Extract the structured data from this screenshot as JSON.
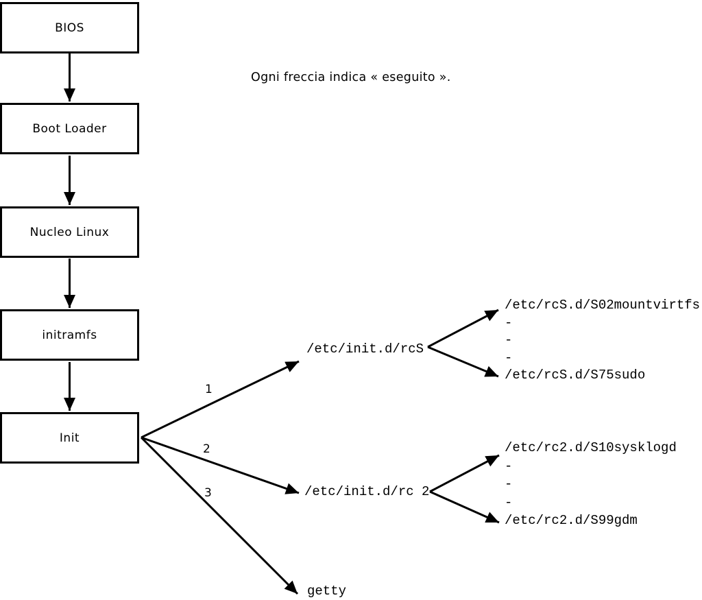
{
  "note": "Ogni freccia indica « eseguito ».",
  "colors": {
    "ink": "#000000",
    "background": "#ffffff"
  },
  "boot_chain": [
    {
      "id": "bios",
      "label": "BIOS"
    },
    {
      "id": "bootloader",
      "label": "Boot Loader"
    },
    {
      "id": "kernel",
      "label": "Nucleo Linux"
    },
    {
      "id": "initramfs",
      "label": "initramfs"
    },
    {
      "id": "init",
      "label": "Init"
    }
  ],
  "edge_labels": {
    "rcs": "1",
    "rc2": "2",
    "getty": "3"
  },
  "branches": {
    "rcs": {
      "label": "/etc/init.d/rcS",
      "children": [
        "/etc/rcS.d/S02mountvirtfs",
        "-",
        "-",
        "-",
        "/etc/rcS.d/S75sudo"
      ]
    },
    "rc2": {
      "label": "/etc/init.d/rc 2",
      "children": [
        "/etc/rc2.d/S10sysklogd",
        "-",
        "-",
        "-",
        "/etc/rc2.d/S99gdm"
      ]
    },
    "getty": {
      "label": "getty"
    }
  }
}
